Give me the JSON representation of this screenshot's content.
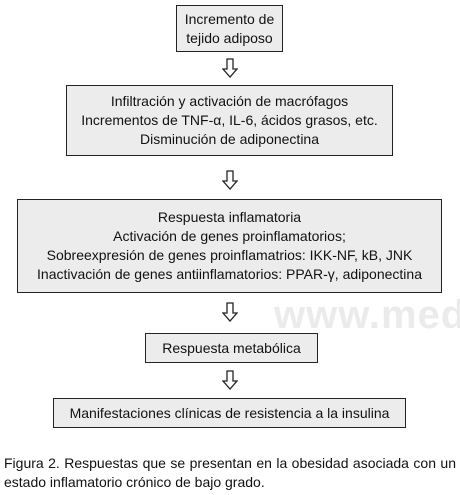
{
  "diagram": {
    "boxes": [
      {
        "lines": [
          "Incremento de",
          "tejido adiposo"
        ]
      },
      {
        "lines": [
          "Infiltración y activación de macrófagos",
          "Incrementos de TNF-α, IL-6, ácidos grasos, etc.",
          "Disminución de adiponectina"
        ]
      },
      {
        "lines": [
          "Respuesta inflamatoria",
          "Activación de genes proinflamatorios;",
          "Sobreexpresión de genes proinflamatrios: IKK-NF, kB, JNK",
          "Inactivación de genes antiinflamatorios: PPAR-γ, adiponectina"
        ]
      },
      {
        "lines": [
          "Respuesta metabólica"
        ]
      },
      {
        "lines": [
          "Manifestaciones clínicas de resistencia a la insulina"
        ]
      }
    ]
  },
  "watermark": "www.medigraphic",
  "caption": {
    "label": "Figura 2.",
    "text": " Respuestas que se presentan en la obesidad asociada con un estado inflamatorio crónico de bajo grado."
  }
}
